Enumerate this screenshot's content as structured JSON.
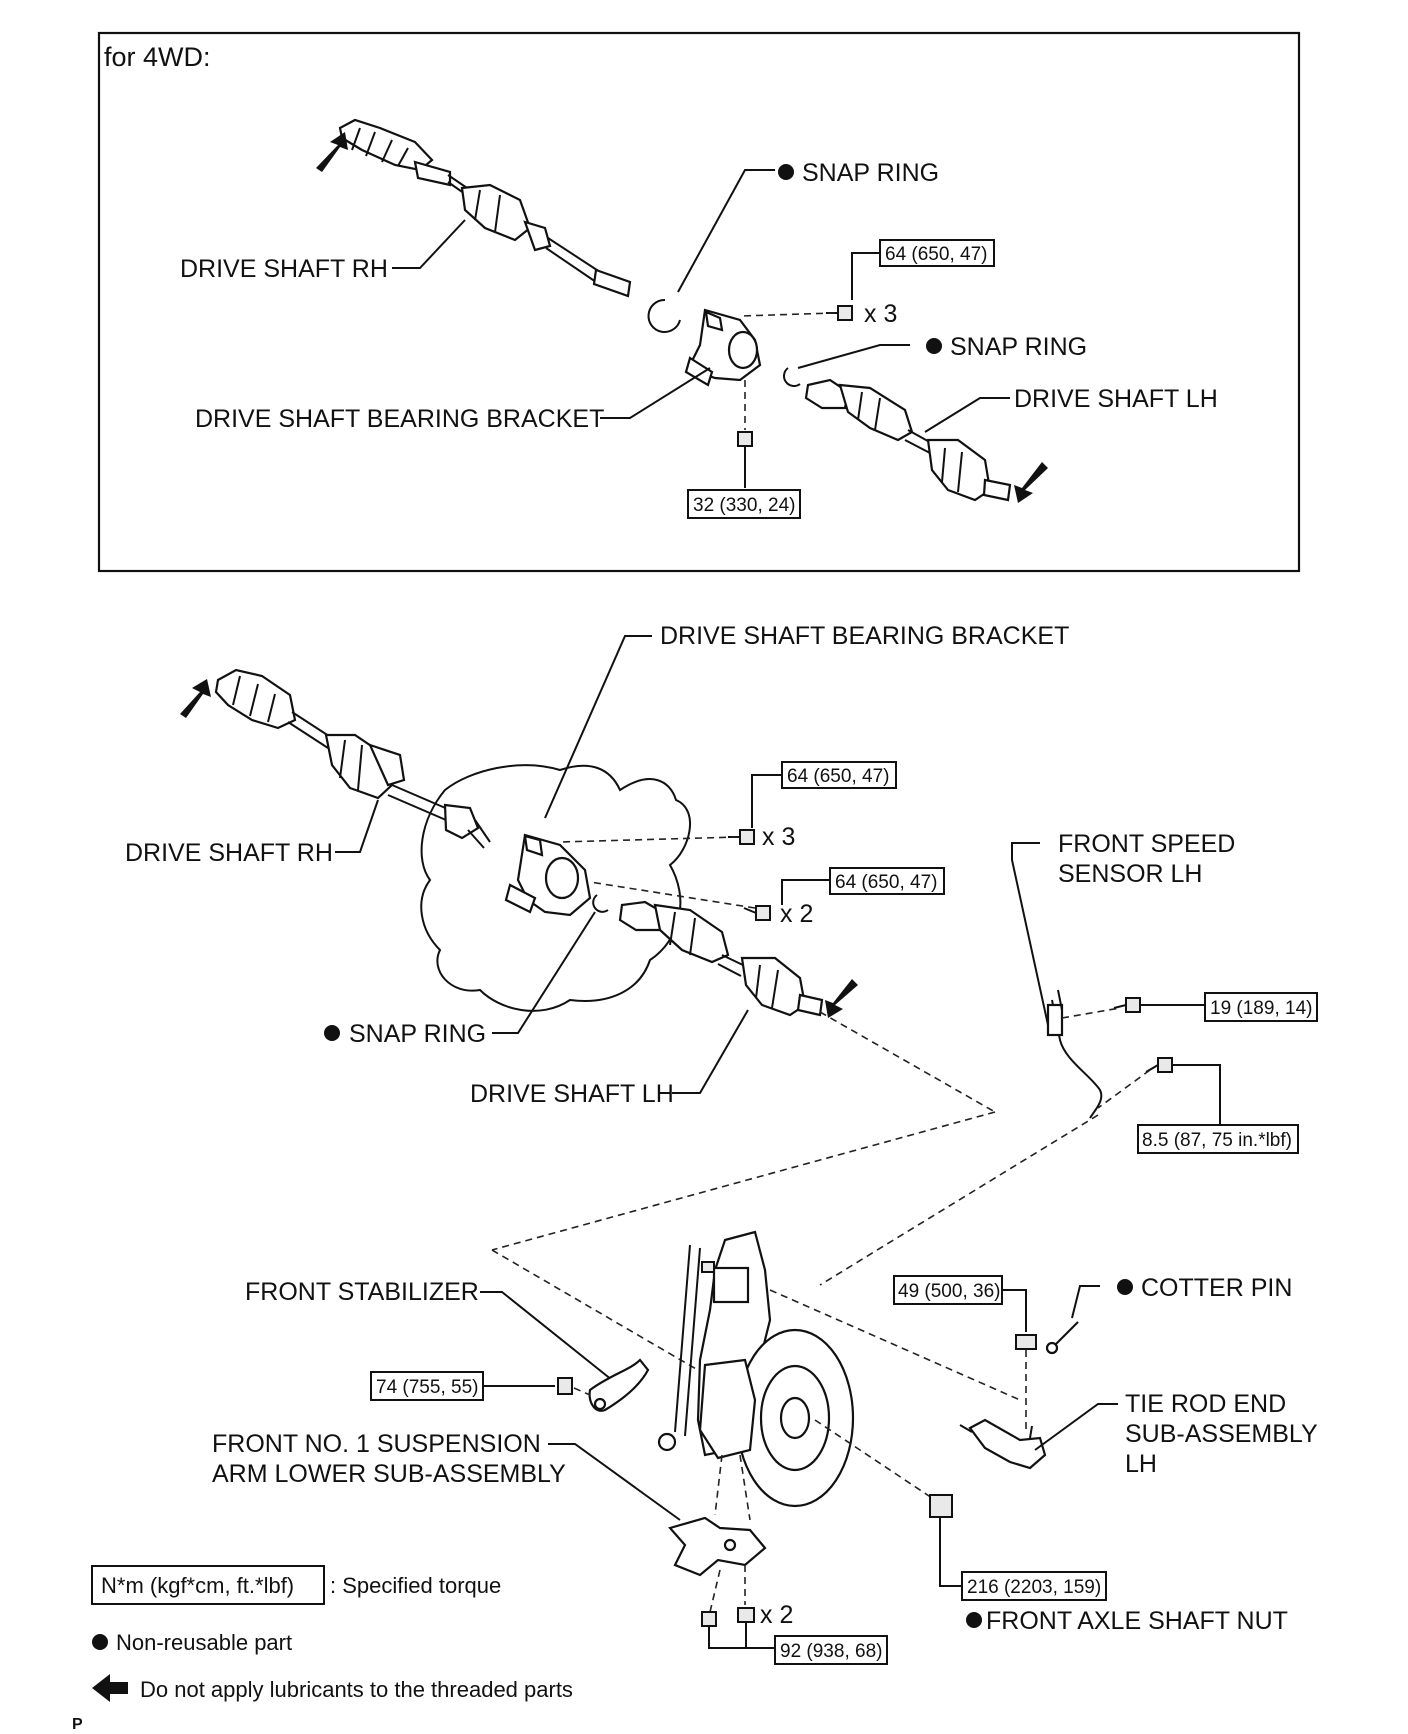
{
  "sections": {
    "four_wd_title": "for 4WD:"
  },
  "labels": {
    "top_drive_shaft_rh": "DRIVE SHAFT RH",
    "top_snap_ring_1": "SNAP RING",
    "top_snap_ring_2": "SNAP RING",
    "top_bearing_bracket": "DRIVE SHAFT BEARING BRACKET",
    "top_drive_shaft_lh": "DRIVE SHAFT LH",
    "mid_bearing_bracket": "DRIVE SHAFT BEARING BRACKET",
    "mid_drive_shaft_rh": "DRIVE SHAFT RH",
    "mid_snap_ring": "SNAP RING",
    "mid_drive_shaft_lh": "DRIVE SHAFT LH",
    "speed_sensor_line1": "FRONT SPEED",
    "speed_sensor_line2": "SENSOR LH",
    "front_stabilizer": "FRONT STABILIZER",
    "cotter_pin": "COTTER PIN",
    "tie_rod_line1": "TIE ROD END",
    "tie_rod_line2": "SUB-ASSEMBLY",
    "tie_rod_line3": "LH",
    "susp_arm_line1": "FRONT NO. 1 SUSPENSION",
    "susp_arm_line2": "ARM LOWER SUB-ASSEMBLY",
    "axle_nut": "FRONT AXLE SHAFT NUT"
  },
  "torques": {
    "t_64_top": "64 (650, 47)",
    "t_32_top": "32 (330, 24)",
    "t_64_mid_a": "64 (650, 47)",
    "t_64_mid_b": "64 (650, 47)",
    "t_19": "19 (189, 14)",
    "t_8_5": "8.5 (87, 75 in.*lbf)",
    "t_49": "49 (500, 36)",
    "t_74": "74 (755, 55)",
    "t_216": "216 (2203, 159)",
    "t_92": "92 (938, 68)"
  },
  "quantities": {
    "top_x3": "x 3",
    "mid_x3": "x 3",
    "mid_x2": "x 2",
    "bottom_x2": "x 2"
  },
  "legend": {
    "torque_box": "N*m (kgf*cm, ft.*lbf)",
    "torque_text": ": Specified torque",
    "non_reusable": "Non-reusable part",
    "no_lube": "Do not apply lubricants to the threaded parts"
  },
  "footer": {
    "page_mark": "P"
  }
}
